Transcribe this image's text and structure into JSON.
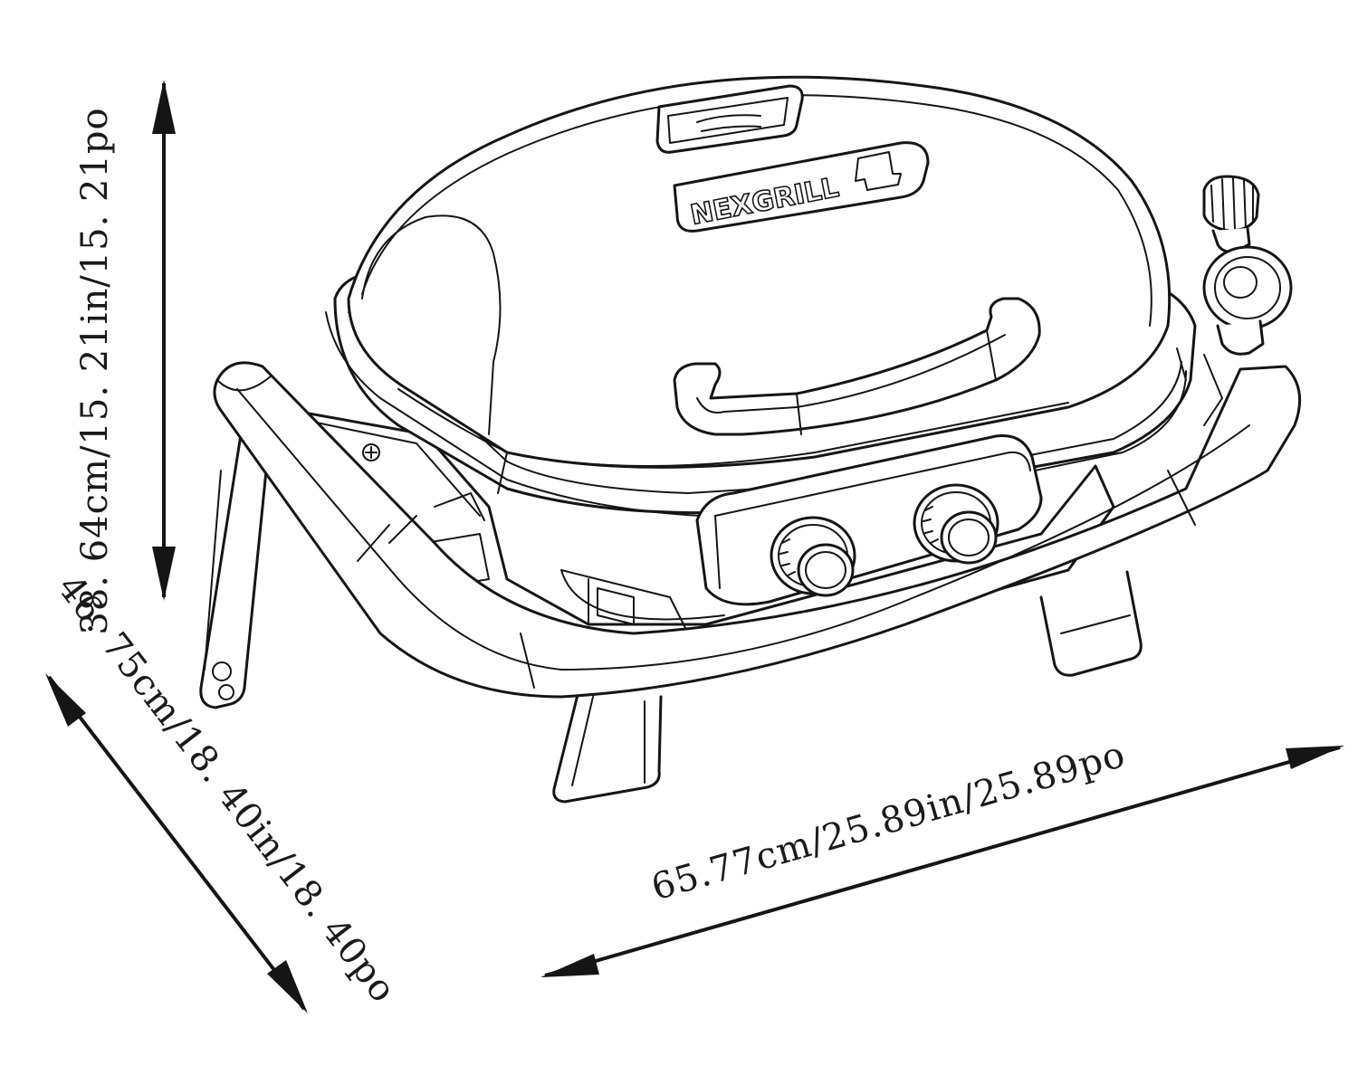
{
  "diagram": {
    "dimensions": {
      "height_label": "38. 64cm/15. 21in/15. 21po",
      "depth_label": "46. 75cm/18. 40in/18. 40po",
      "width_label": "65.77cm/25.89in/25.89po"
    },
    "brand_logo_text": "NEXGRILL",
    "colors": {
      "line": "#151515",
      "background": "#ffffff"
    }
  }
}
